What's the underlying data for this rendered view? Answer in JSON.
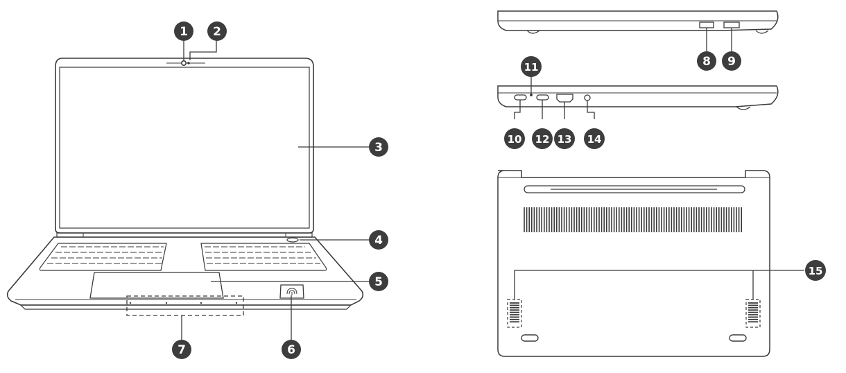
{
  "callouts": [
    {
      "label": "1"
    },
    {
      "label": "2"
    },
    {
      "label": "3"
    },
    {
      "label": "4"
    },
    {
      "label": "5"
    },
    {
      "label": "6"
    },
    {
      "label": "7"
    },
    {
      "label": "8"
    },
    {
      "label": "9"
    },
    {
      "label": "10"
    },
    {
      "label": "11"
    },
    {
      "label": "12"
    },
    {
      "label": "13"
    },
    {
      "label": "14"
    },
    {
      "label": "15"
    }
  ],
  "colors": {
    "line": "#3a3a3a",
    "badge": "#3d3d3d",
    "badge_text": "#ffffff",
    "background": "#ffffff"
  }
}
